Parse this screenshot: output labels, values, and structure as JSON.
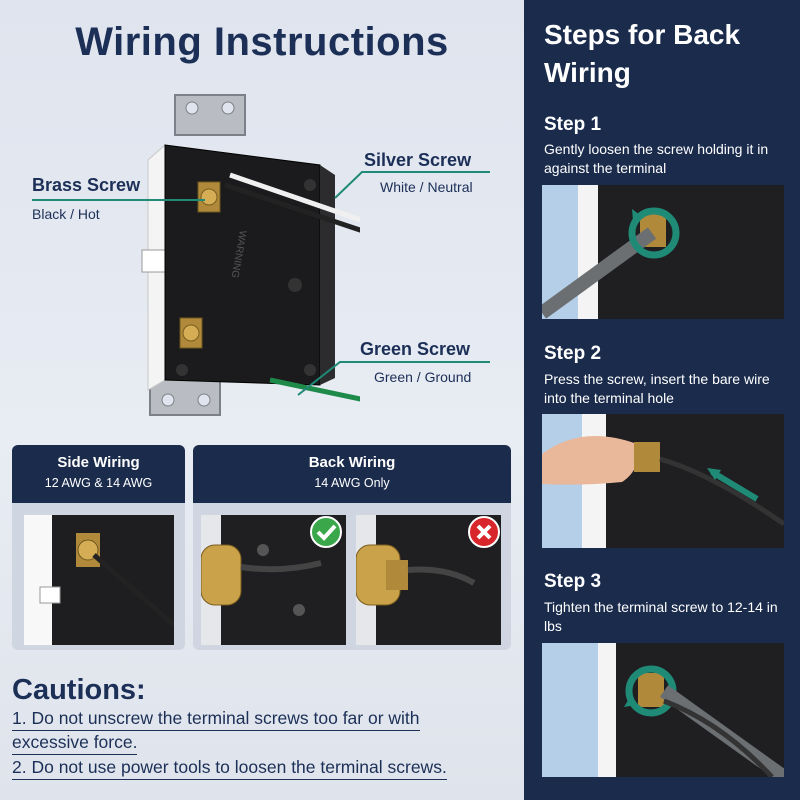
{
  "title": "Wiring Instructions",
  "callouts": {
    "brass": {
      "label": "Brass Screw",
      "sub": "Black / Hot"
    },
    "silver": {
      "label": "Silver Screw",
      "sub": "White / Neutral"
    },
    "green": {
      "label": "Green Screw",
      "sub": "Green / Ground"
    }
  },
  "cards": {
    "side": {
      "title": "Side Wiring",
      "subtitle": "12 AWG & 14 AWG"
    },
    "back": {
      "title": "Back Wiring",
      "subtitle": "14 AWG Only"
    }
  },
  "cautions": {
    "title": "Cautions:",
    "line1a": "1. Do not unscrew the terminal screws too far or with",
    "line1b": "excessive force.",
    "line2": "2. Do not use power tools to loosen the terminal screws."
  },
  "steps_panel": {
    "title": "Steps for Back Wiring",
    "steps": [
      {
        "title": "Step 1",
        "desc": "Gently loosen the screw holding it in against the terminal"
      },
      {
        "title": "Step 2",
        "desc": "Press the screw, insert the bare wire into the terminal hole"
      },
      {
        "title": "Step 3",
        "desc": "Tighten the terminal screw to 12-14 in lbs"
      }
    ]
  },
  "colors": {
    "navy": "#1a2b4c",
    "title_text": "#1c2f57",
    "callout_line": "#1f8a76",
    "ok": "#3aa84a",
    "bad": "#d8262b"
  },
  "icons": [
    "check-icon",
    "cross-icon",
    "rotate-arrow-icon",
    "insert-arrow-icon"
  ]
}
